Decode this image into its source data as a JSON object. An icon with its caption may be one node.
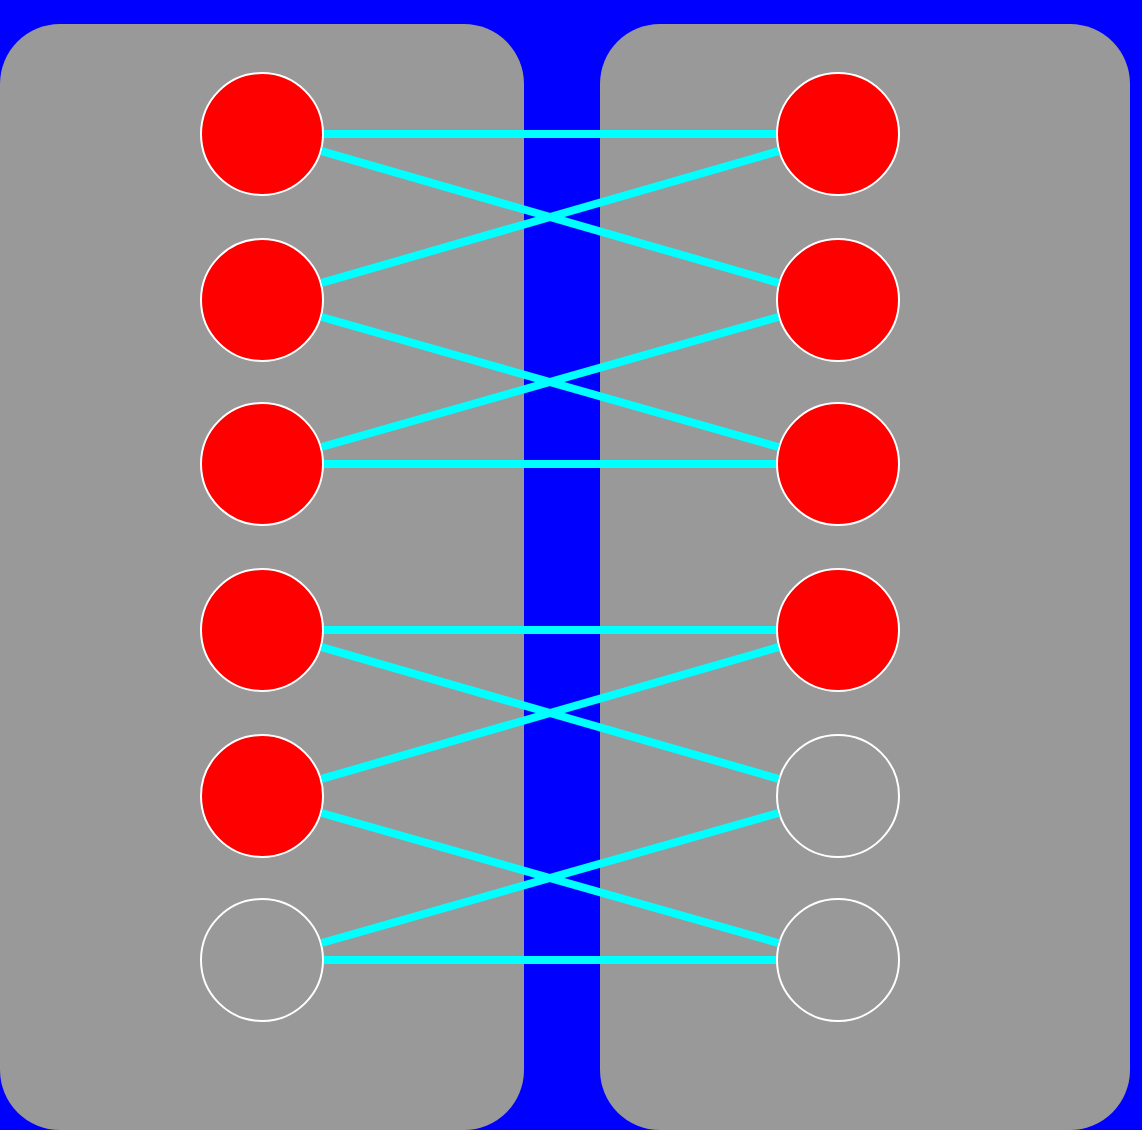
{
  "diagram": {
    "nodes": [
      {
        "text": [],
        "shape": "box"
      },
      {
        "text": [],
        "shape": "dot",
        "in": 0
      },
      {
        "text": [],
        "shape": "dot",
        "in": 0
      },
      {
        "text": [],
        "shape": "dot",
        "in": 0
      },
      {
        "text": [],
        "shape": "dot",
        "in": 0
      },
      {
        "text": [],
        "shape": "dot",
        "in": 0
      },
      {
        "text": [],
        "shape": "circle",
        "in": 0
      },
      {
        "text": [],
        "shape": "box"
      },
      {
        "text": [],
        "shape": "dot",
        "in": 7
      },
      {
        "text": [],
        "shape": "dot",
        "in": 7
      },
      {
        "text": [],
        "shape": "dot",
        "in": 7
      },
      {
        "text": [],
        "shape": "dot",
        "in": 7
      },
      {
        "text": [],
        "shape": "circle",
        "in": 7
      },
      {
        "text": [],
        "shape": "circle",
        "in": 7
      }
    ],
    "edges": [
      {
        "from": 1,
        "to": 8,
        "arrow": "none"
      },
      {
        "from": 1,
        "to": 9,
        "arrow": "none"
      },
      {
        "from": 2,
        "to": 8,
        "arrow": "none"
      },
      {
        "from": 2,
        "to": 10,
        "arrow": "none"
      },
      {
        "from": 3,
        "to": 9,
        "arrow": "none"
      },
      {
        "from": 3,
        "to": 10,
        "arrow": "none"
      },
      {
        "from": 4,
        "to": 11,
        "arrow": "none"
      },
      {
        "from": 4,
        "to": 12,
        "arrow": "none"
      },
      {
        "from": 5,
        "to": 11,
        "arrow": "none"
      },
      {
        "from": 5,
        "to": 13,
        "arrow": "none"
      },
      {
        "from": 6,
        "to": 12,
        "arrow": "none"
      },
      {
        "from": 6,
        "to": 13,
        "arrow": "none"
      }
    ]
  }
}
